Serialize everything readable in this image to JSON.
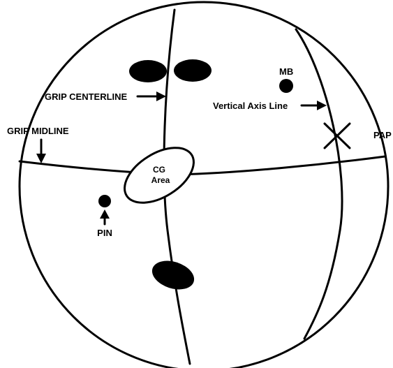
{
  "diagram": {
    "labels": {
      "grip_centerline": "GRIP CENTERLINE",
      "grip_midline": "GRIP MIDLINE",
      "mb": "MB",
      "vertical_axis_line": "Vertical Axis Line",
      "pap": "PAP",
      "cg_line1": "CG",
      "cg_line2": "Area",
      "pin": "PIN"
    },
    "colors": {
      "ink": "#000000",
      "background": "#ffffff"
    }
  }
}
